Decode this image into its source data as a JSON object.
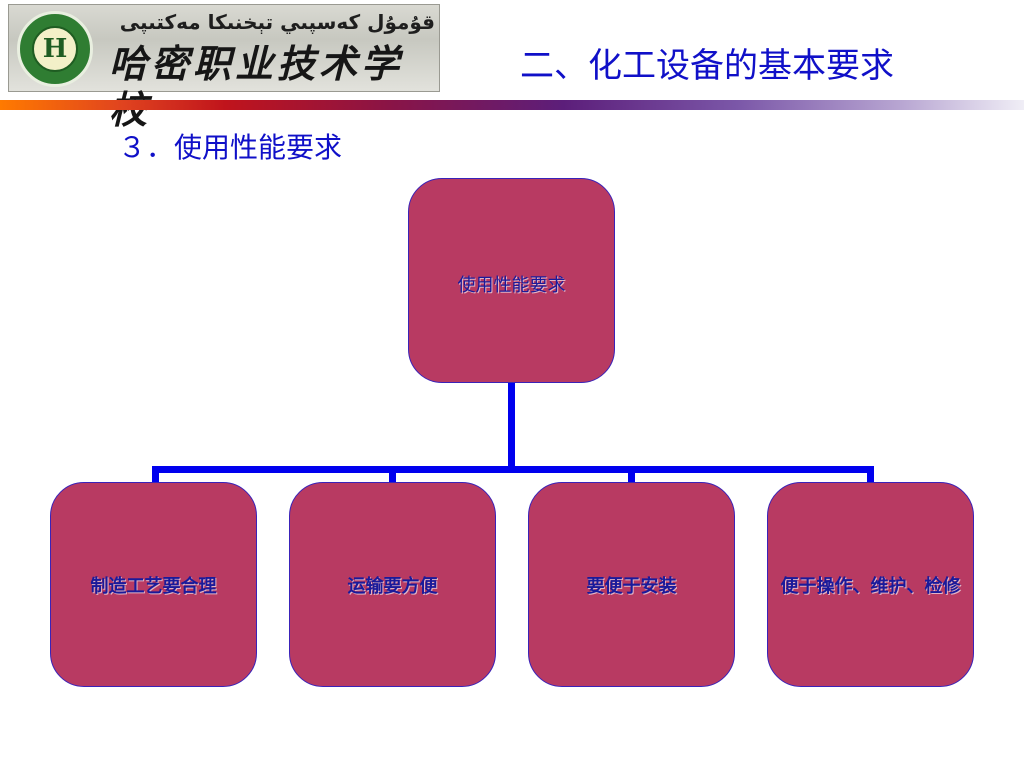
{
  "header": {
    "logo": {
      "uyghur_text": "قۇمۇل كەسپىي تېخنىكا مەكتىپى",
      "chinese_text": "哈密职业技术学校",
      "emblem_glyph": "H"
    },
    "title": "二、化工设备的基本要求"
  },
  "subtitle": "３．使用性能要求",
  "diagram": {
    "root": {
      "label": "使用性能要求"
    },
    "children": [
      {
        "label": "制造工艺要合理"
      },
      {
        "label": "运输要方便"
      },
      {
        "label": "要便于安装"
      },
      {
        "label": "便于操作、维护、检修"
      }
    ]
  },
  "colors": {
    "title_blue": "#1010c8",
    "node_fill": "#b83a62",
    "node_border": "#3a22b8",
    "connector": "#0000ee",
    "label_text": "#1a1a9a"
  }
}
